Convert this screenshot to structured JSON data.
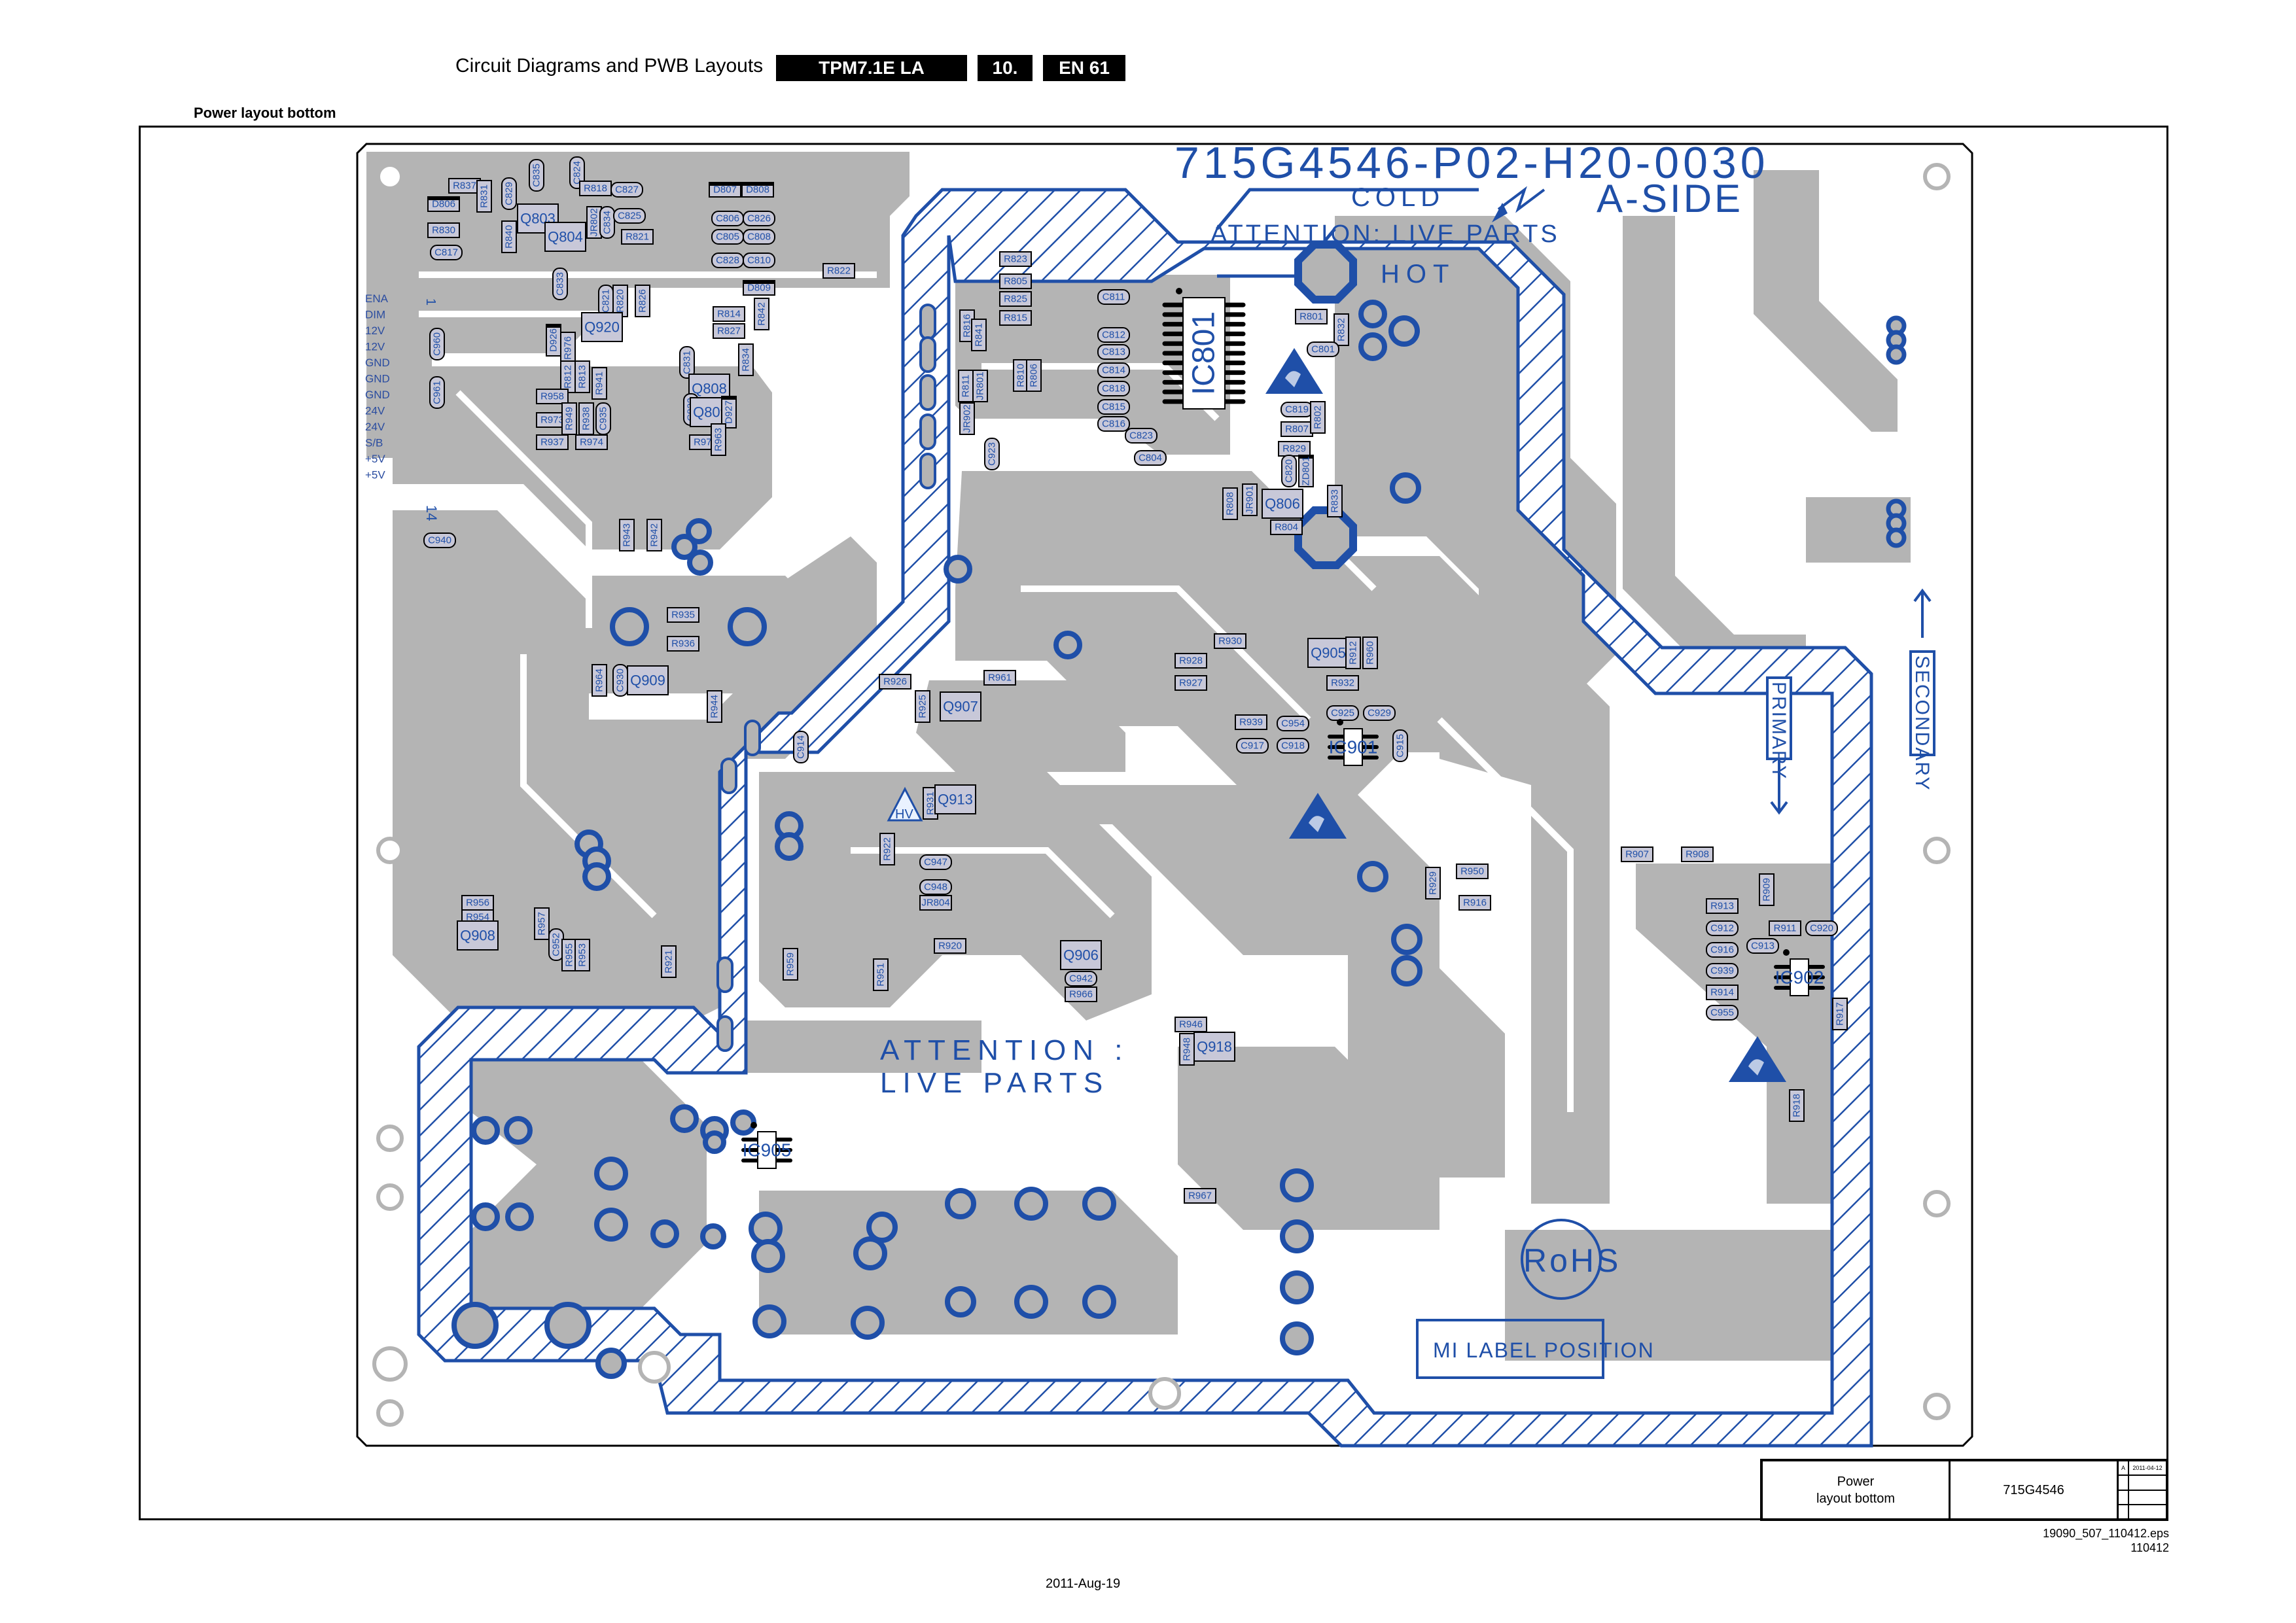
{
  "header": {
    "title": "Circuit Diagrams and PWB Layouts",
    "model": "TPM7.1E LA",
    "chapter": "10.",
    "page": "EN 61"
  },
  "section_title": "Power layout bottom",
  "board": {
    "part_number": "715G4546-P02-H20-0030",
    "side": "A-SIDE",
    "cold_label": "COLD",
    "attention_top": "ATTENTION: LIVE PARTS",
    "hot_label": "HOT",
    "attention_mid_line1": "ATTENTION :",
    "attention_mid_line2": "LIVE PARTS",
    "primary_label": "PRIMARY",
    "secondary_label": "SECONDARY",
    "rohs_label": "RoHS",
    "mi_label": "MI LABEL POSITION",
    "hv_label": "HV",
    "connector_pins": [
      "ENA",
      "DIM",
      "12V",
      "12V",
      "GND",
      "GND",
      "GND",
      "24V",
      "24V",
      "S/B",
      "+5V",
      "+5V"
    ],
    "connector_pin_first": "1",
    "connector_pin_last": "14",
    "ic_labels": [
      "IC801",
      "IC901",
      "IC902",
      "IC905"
    ],
    "components": [
      "R837",
      "D806",
      "R831",
      "R830",
      "C817",
      "C829",
      "C835",
      "R840",
      "Q803",
      "C824",
      "R818",
      "C827",
      "JR802",
      "C834",
      "C825",
      "Q804",
      "C833",
      "D807",
      "D808",
      "C806",
      "C826",
      "C805",
      "C808",
      "C828",
      "C810",
      "R821",
      "R822",
      "D809",
      "C821",
      "R820",
      "R826",
      "R814",
      "R827",
      "R842",
      "R834",
      "Q920",
      "D926",
      "R976",
      "R812",
      "R813",
      "R941",
      "C831",
      "Q808",
      "C832",
      "Q809",
      "D927",
      "R958",
      "R973",
      "R937",
      "R949",
      "R938",
      "C935",
      "R974",
      "R975",
      "R963",
      "C960",
      "C961",
      "C940",
      "R823",
      "R805",
      "R825",
      "R815",
      "R816",
      "R841",
      "R811",
      "JR801",
      "JR902",
      "C923",
      "R810",
      "R806",
      "C811",
      "C812",
      "C813",
      "C814",
      "C818",
      "C815",
      "C816",
      "R801",
      "R832",
      "C801",
      "C819",
      "R807",
      "R802",
      "C823",
      "R829",
      "C804",
      "C820",
      "ZD801",
      "R808",
      "JR901",
      "Q806",
      "R804",
      "R833",
      "R943",
      "R942",
      "R935",
      "R936",
      "R964",
      "C930",
      "Q909",
      "R944",
      "C914",
      "R926",
      "R925",
      "Q907",
      "R961",
      "R931",
      "Q913",
      "R922",
      "C947",
      "C948",
      "JR804",
      "R930",
      "R928",
      "R927",
      "Q905",
      "R912",
      "R960",
      "R932",
      "C925",
      "C929",
      "R939",
      "C954",
      "C917",
      "C918",
      "C915",
      "R929",
      "R950",
      "R916",
      "R907",
      "R908",
      "R909",
      "R913",
      "C912",
      "R911",
      "C920",
      "C913",
      "C916",
      "C939",
      "R914",
      "C955",
      "R917",
      "R918",
      "R956",
      "R954",
      "Q908",
      "R957",
      "C952",
      "R955",
      "R953",
      "R921",
      "R959",
      "R920",
      "R951",
      "Q906",
      "C942",
      "R966",
      "R946",
      "R948",
      "Q918",
      "R967"
    ]
  },
  "title_block": {
    "description_line1": "Power",
    "description_line2": "layout bottom",
    "drawing_number": "715G4546",
    "revision": "A",
    "revision_date": "2011-04-12"
  },
  "file_ref": {
    "filename": "19090_507_110412.eps",
    "code": "110412"
  },
  "footer_date": "2011-Aug-19",
  "colors": {
    "copper": "#b4b4b4",
    "silkscreen": "#1f4fa8",
    "outline": "#000000"
  }
}
